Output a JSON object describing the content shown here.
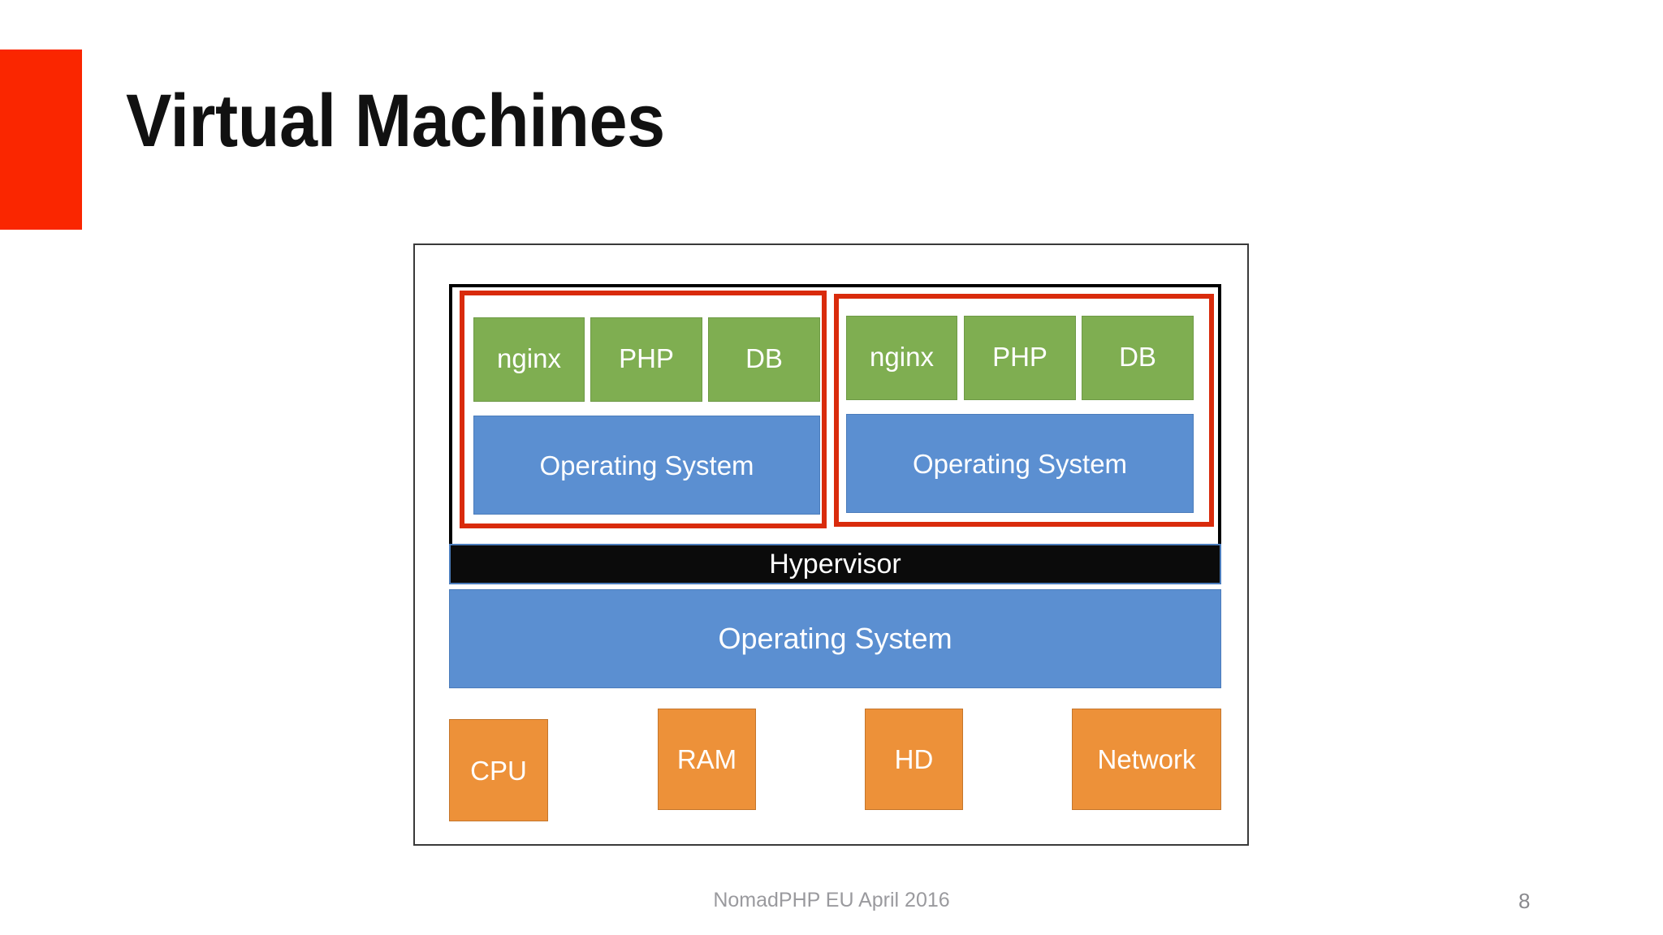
{
  "slide": {
    "title": "Virtual Machines",
    "accent_color": "#FA2600",
    "background_color": "#ffffff"
  },
  "diagram": {
    "name": "virtual-machines-stack",
    "colors": {
      "service_green": "#7FAE51",
      "os_blue": "#5B8FD1",
      "hardware_orange": "#ED9139",
      "vm_border_red": "#D92B0C",
      "hypervisor_black": "#0B0B0B",
      "frame_border": "#3a3a3a"
    },
    "virtual_machines": [
      {
        "id": "vm-1",
        "services": [
          "nginx",
          "PHP",
          "DB"
        ],
        "guest_os": "Operating System"
      },
      {
        "id": "vm-2",
        "services": [
          "nginx",
          "PHP",
          "DB"
        ],
        "guest_os": "Operating System"
      }
    ],
    "hypervisor": "Hypervisor",
    "host_os": "Operating System",
    "hardware": [
      "CPU",
      "RAM",
      "HD",
      "Network"
    ]
  },
  "footer": {
    "text": "NomadPHP EU April 2016",
    "slide_number": "8"
  }
}
